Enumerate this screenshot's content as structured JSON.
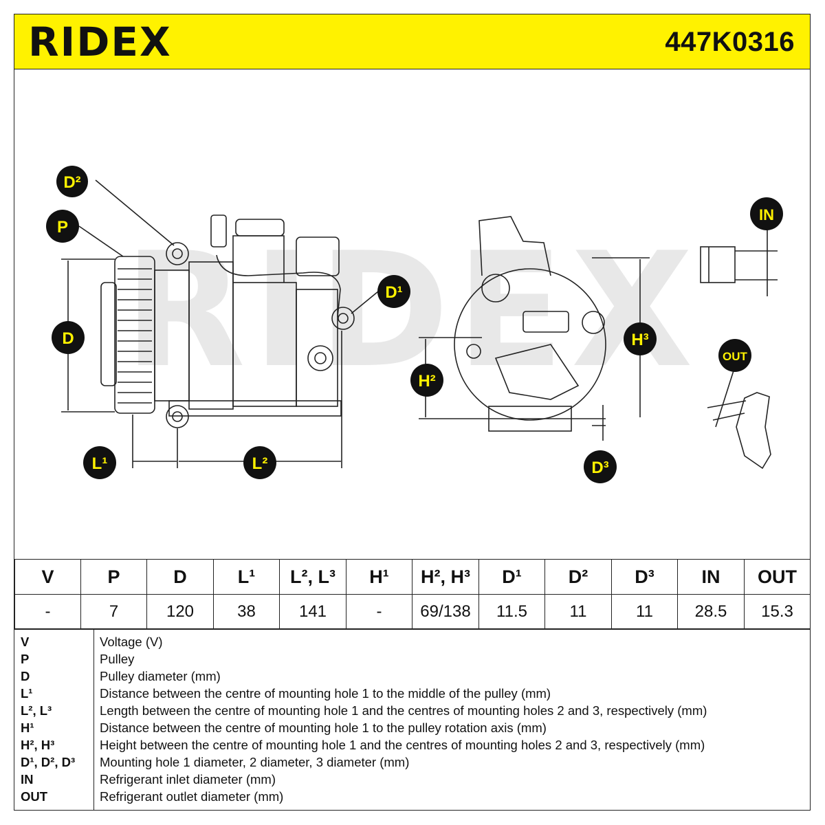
{
  "header": {
    "brand": "RIDEX",
    "part_number": "447K0316"
  },
  "diagram": {
    "watermark": "RIDEX",
    "labels": {
      "d2": "D²",
      "p": "P",
      "d": "D",
      "d1": "D¹",
      "l1": "L¹",
      "l2": "L²",
      "h2": "H²",
      "h3": "H³",
      "d3": "D³",
      "in": "IN",
      "out": "OUT"
    },
    "colors": {
      "badge_fill": "#111111",
      "badge_text": "#fff200",
      "line": "#222222",
      "watermark": "#e6e6e6"
    }
  },
  "spec_table": {
    "headers": [
      "V",
      "P",
      "D",
      "L¹",
      "L², L³",
      "H¹",
      "H², H³",
      "D¹",
      "D²",
      "D³",
      "IN",
      "OUT"
    ],
    "values": [
      "-",
      "7",
      "120",
      "38",
      "141",
      "-",
      "69/138",
      "11.5",
      "11",
      "11",
      "28.5",
      "15.3"
    ]
  },
  "legend": [
    {
      "key": "V",
      "desc": "Voltage (V)"
    },
    {
      "key": "P",
      "desc": "Pulley"
    },
    {
      "key": "D",
      "desc": "Pulley diameter (mm)"
    },
    {
      "key": "L¹",
      "desc": "Distance between the centre of mounting hole 1 to the middle of the pulley (mm)"
    },
    {
      "key": "L², L³",
      "desc": "Length between the centre of mounting hole 1 and the centres of mounting holes 2 and 3, respectively (mm)"
    },
    {
      "key": "H¹",
      "desc": "Distance between the centre of mounting hole 1 to the pulley rotation axis (mm)"
    },
    {
      "key": "H², H³",
      "desc": "Height between the centre of mounting hole 1 and the centres of mounting holes 2 and 3, respectively (mm)"
    },
    {
      "key": "D¹, D², D³",
      "desc": "Mounting hole 1 diameter, 2 diameter, 3 diameter (mm)"
    },
    {
      "key": "IN",
      "desc": "Refrigerant inlet diameter (mm)"
    },
    {
      "key": "OUT",
      "desc": "Refrigerant outlet diameter (mm)"
    }
  ]
}
